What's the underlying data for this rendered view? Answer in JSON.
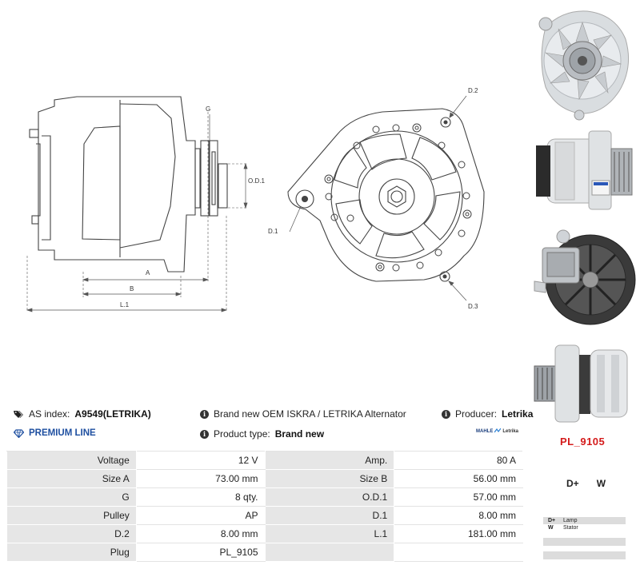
{
  "drawing_labels": {
    "g": "G",
    "od1": "O.D.1",
    "a": "A",
    "b": "B",
    "l1": "L.1",
    "d1": "D.1",
    "d2": "D.2",
    "d3": "D.3"
  },
  "info": {
    "as_index_label": "AS index:",
    "as_index_value": "A9549(LETRIKA)",
    "description": "Brand new OEM ISKRA / LETRIKA Alternator",
    "producer_label": "Producer:",
    "producer_value": "Letrika",
    "premium_line": "PREMIUM LINE",
    "product_type_label": "Product type:",
    "product_type_value": "Brand new",
    "brand_mahle": "MAHLE",
    "brand_letrika": "Letrika"
  },
  "specs": [
    [
      {
        "label": "Voltage",
        "value": "12 V"
      },
      {
        "label": "Amp.",
        "value": "80 A"
      }
    ],
    [
      {
        "label": "Size A",
        "value": "73.00 mm"
      },
      {
        "label": "Size B",
        "value": "56.00 mm"
      }
    ],
    [
      {
        "label": "G",
        "value": "8 qty."
      },
      {
        "label": "O.D.1",
        "value": "57.00 mm"
      }
    ],
    [
      {
        "label": "Pulley",
        "value": "AP"
      },
      {
        "label": "D.1",
        "value": "8.00 mm"
      }
    ],
    [
      {
        "label": "D.2",
        "value": "8.00 mm"
      },
      {
        "label": "L.1",
        "value": "181.00 mm"
      }
    ],
    [
      {
        "label": "Plug",
        "value": "PL_9105"
      },
      {
        "label": "",
        "value": ""
      }
    ]
  ],
  "plug": {
    "code": "PL_9105",
    "terminal_1": "D+",
    "terminal_2": "W",
    "legend": [
      {
        "key": "D+",
        "value": "Lamp"
      },
      {
        "key": "W",
        "value": "Stator"
      }
    ]
  },
  "colors": {
    "premium_blue": "#1e4fa0",
    "plug_red": "#d41b1b",
    "label_cell": "#e6e6e6"
  }
}
